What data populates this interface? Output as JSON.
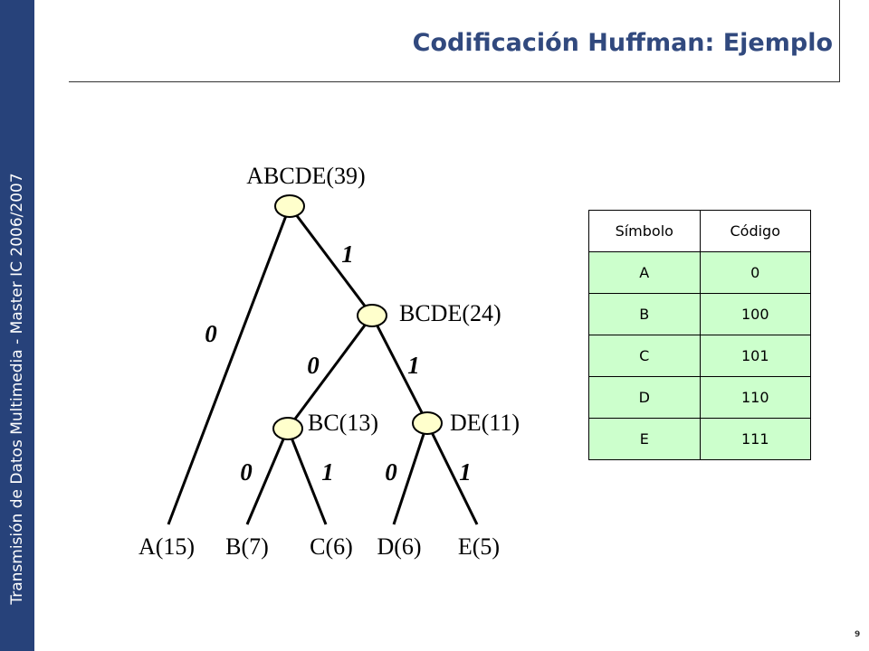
{
  "sidebar": {
    "text": "Transmisión de Datos Multimedia - Master IC 2006/2007"
  },
  "title": "Codificación Huffman: Ejemplo",
  "page_number": "9",
  "tree": {
    "nodes": [
      {
        "id": "root",
        "label": "ABCDE(39)"
      },
      {
        "id": "bcde",
        "label": "BCDE(24)"
      },
      {
        "id": "bc",
        "label": "BC(13)"
      },
      {
        "id": "de",
        "label": "DE(11)"
      },
      {
        "id": "a",
        "label": "A(15)"
      },
      {
        "id": "b",
        "label": "B(7)"
      },
      {
        "id": "c",
        "label": "C(6)"
      },
      {
        "id": "d",
        "label": "D(6)"
      },
      {
        "id": "e",
        "label": "E(5)"
      }
    ],
    "edges": [
      {
        "from": "root",
        "to": "a",
        "bit": "0"
      },
      {
        "from": "root",
        "to": "bcde",
        "bit": "1"
      },
      {
        "from": "bcde",
        "to": "bc",
        "bit": "0"
      },
      {
        "from": "bcde",
        "to": "de",
        "bit": "1"
      },
      {
        "from": "bc",
        "to": "b",
        "bit": "0"
      },
      {
        "from": "bc",
        "to": "c",
        "bit": "1"
      },
      {
        "from": "de",
        "to": "d",
        "bit": "0"
      },
      {
        "from": "de",
        "to": "e",
        "bit": "1"
      }
    ],
    "node_fill": "#ffffcc"
  },
  "table": {
    "headers": [
      "Símbolo",
      "Código"
    ],
    "rows": [
      {
        "symbol": "A",
        "code": "0"
      },
      {
        "symbol": "B",
        "code": "100"
      },
      {
        "symbol": "C",
        "code": "101"
      },
      {
        "symbol": "D",
        "code": "110"
      },
      {
        "symbol": "E",
        "code": "111"
      }
    ],
    "row_color": "#ccffcc"
  },
  "colors": {
    "sidebar": "#27427a",
    "title": "#31497e"
  }
}
